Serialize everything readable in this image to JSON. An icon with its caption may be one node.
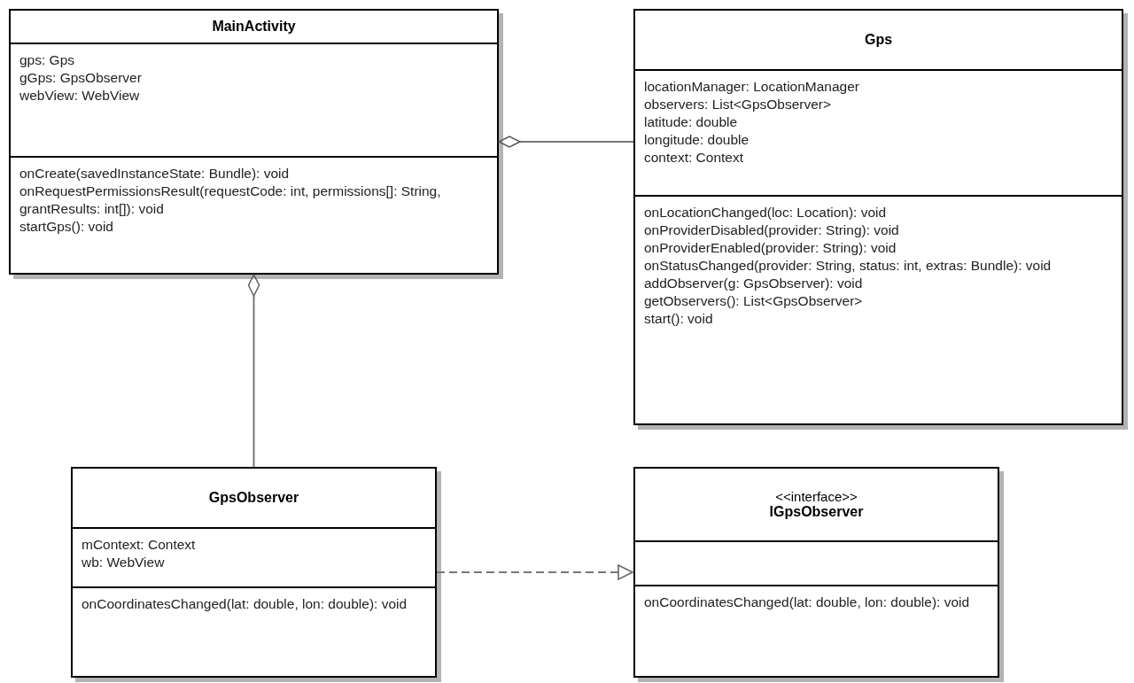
{
  "diagram": {
    "nodes": [
      {
        "text": [
          "MainActivity"
        ]
      },
      {
        "text": [
          "gps: Gps",
          "gGps: GpsObserver",
          "webView: WebView"
        ],
        "in": 0
      },
      {
        "text": [
          "onCreate(savedInstanceState: Bundle): void",
          "onRequestPermissionsResult(requestCode: int, permissions[]: String, grantResults: int[]): void",
          "startGps(): void"
        ],
        "in": 0
      },
      {
        "text": [
          "Gps"
        ]
      },
      {
        "text": [
          "locationManager: LocationManager",
          "observers: List<GpsObserver>",
          "latitude: double",
          "longitude: double",
          "context: Context"
        ],
        "in": 3
      },
      {
        "text": [
          "onLocationChanged(loc: Location): void",
          "onProviderDisabled(provider: String): void",
          "onProviderEnabled(provider: String): void",
          "onStatusChanged(provider: String, status: int, extras: Bundle): void",
          "addObserver(g: GpsObserver): void",
          "getObservers(): List<GpsObserver>",
          "start(): void"
        ],
        "in": 3
      },
      {
        "text": [
          "GpsObserver"
        ]
      },
      {
        "text": [
          "mContext: Context",
          "wb: WebView"
        ],
        "in": 6
      },
      {
        "text": [
          "onCoordinatesChanged(lat: double, lon: double): void"
        ],
        "in": 6
      },
      {
        "text": [
          "<<interface>>",
          "IGpsObserver"
        ]
      },
      {
        "text": [],
        "shape": "box",
        "in": 9
      },
      {
        "text": [
          "onCoordinatesChanged(lat: double, lon: double): void"
        ],
        "in": 9
      }
    ],
    "edges": [
      {
        "from": 0,
        "to": 3,
        "arrow": "other"
      },
      {
        "from": 0,
        "to": 6,
        "arrow": "other"
      },
      {
        "from": 6,
        "to": 9,
        "arrow": "to",
        "style": "dashed"
      }
    ]
  }
}
